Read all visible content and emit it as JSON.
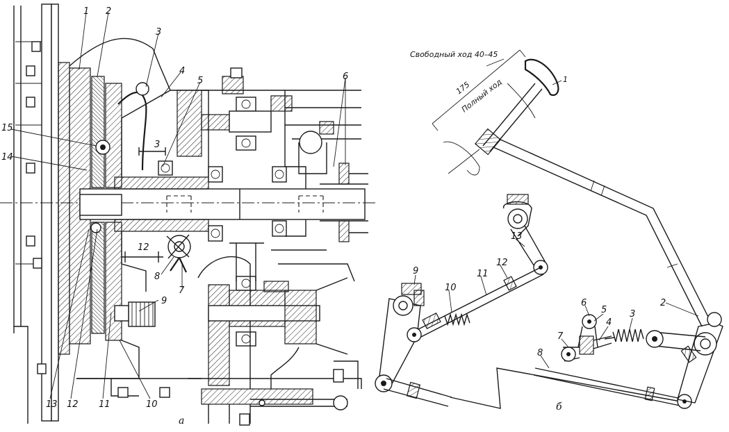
{
  "figure_a": {
    "caption": "а",
    "callouts": [
      "1",
      "2",
      "3",
      "4",
      "5",
      "6",
      "15",
      "14",
      "13",
      "12",
      "11",
      "10",
      "9",
      "8",
      "7",
      "12",
      "3"
    ]
  },
  "figure_b": {
    "caption": "б",
    "free_play_label": "Свободный ход 40–45",
    "full_travel_label": "Полный ход",
    "dimension": "175",
    "callouts": [
      "1",
      "2",
      "3",
      "4",
      "5",
      "6",
      "7",
      "8",
      "9",
      "10",
      "11",
      "12",
      "13"
    ]
  }
}
